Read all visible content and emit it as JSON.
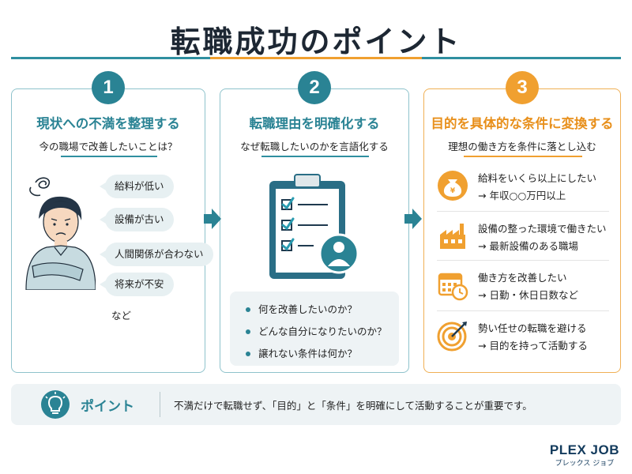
{
  "title": "転職成功のポイント",
  "colors": {
    "teal": "#2a8394",
    "orange": "#f0a030",
    "light_bg": "#eef3f5"
  },
  "panels": [
    {
      "number": "1",
      "title": "現状への不満を整理する",
      "subtitle": "今の職場で改善したいことは？",
      "bubbles": [
        "給料が低い",
        "設備が古い",
        "人間関係が合わない",
        "将来が不安"
      ],
      "etc": "など"
    },
    {
      "number": "2",
      "title": "転職理由を明確化する",
      "subtitle": "なぜ転職したいのかを言語化する",
      "questions": [
        "何を改善したいのか？",
        "どんな自分になりたいのか？",
        "譲れない条件は何か？"
      ]
    },
    {
      "number": "3",
      "title": "目的を具体的な条件に変換する",
      "subtitle": "理想の働き方を条件に落とし込む",
      "items": [
        {
          "icon": "money-bag-icon",
          "line1": "給料をいくら以上にしたい",
          "line2": "→ 年収○○万円以上"
        },
        {
          "icon": "factory-icon",
          "line1": "設備の整った環境で働きたい",
          "line2": "→ 最新設備のある職場"
        },
        {
          "icon": "calendar-clock-icon",
          "line1": "働き方を改善したい",
          "line2": "→ 日勤・休日日数など"
        },
        {
          "icon": "target-icon",
          "line1": "勢い任せの転職を避ける",
          "line2": "→ 目的を持って活動する"
        }
      ]
    }
  ],
  "point": {
    "label": "ポイント",
    "text": "不満だけで転職せず、「目的」と「条件」を明確にして活動することが重要です。"
  },
  "logo": {
    "main": "PLEX JOB",
    "sub": "プレックス ジョブ"
  }
}
